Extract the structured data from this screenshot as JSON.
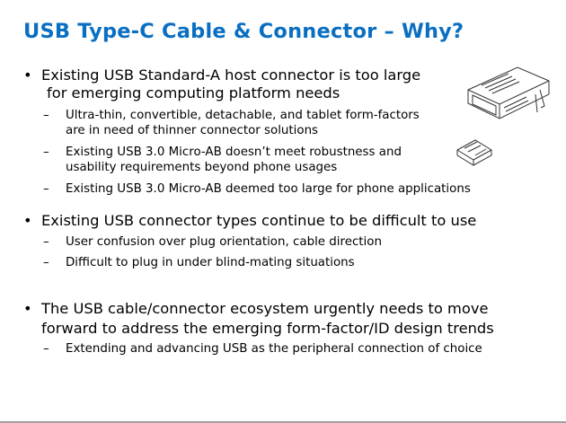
{
  "title": "USB Type-C Cable & Connector – Why?",
  "bullets": [
    {
      "lines": [
        "Existing USB Standard-A host connector is too large",
        "for emerging computing platform needs"
      ],
      "subs": [
        {
          "lines": [
            "Ultra-thin, convertible, detachable, and tablet form-factors",
            "are in need of thinner connector solutions"
          ]
        },
        {
          "lines": [
            "Existing USB 3.0 Micro-AB doesn’t meet robustness and",
            "usability requirements beyond phone usages"
          ]
        },
        {
          "lines": [
            "Existing USB 3.0 Micro-AB deemed too large for phone applications"
          ]
        }
      ]
    },
    {
      "lines": [
        "Existing USB connector types continue to be difficult to use"
      ],
      "subs": [
        {
          "lines": [
            "User confusion over plug orientation, cable direction"
          ]
        },
        {
          "lines": [
            "Difficult to plug in under blind-mating situations"
          ]
        }
      ]
    },
    {
      "lines": [
        "The USB cable/connector ecosystem urgently needs to move",
        "forward to address the emerging form-factor/ID design trends"
      ],
      "subs": [
        {
          "lines": [
            "Extending and advancing USB as the peripheral connection of choice"
          ]
        }
      ]
    }
  ],
  "bullet_glyph": "•",
  "sub_glyph": "–",
  "accent_color": "#0a6fc2"
}
